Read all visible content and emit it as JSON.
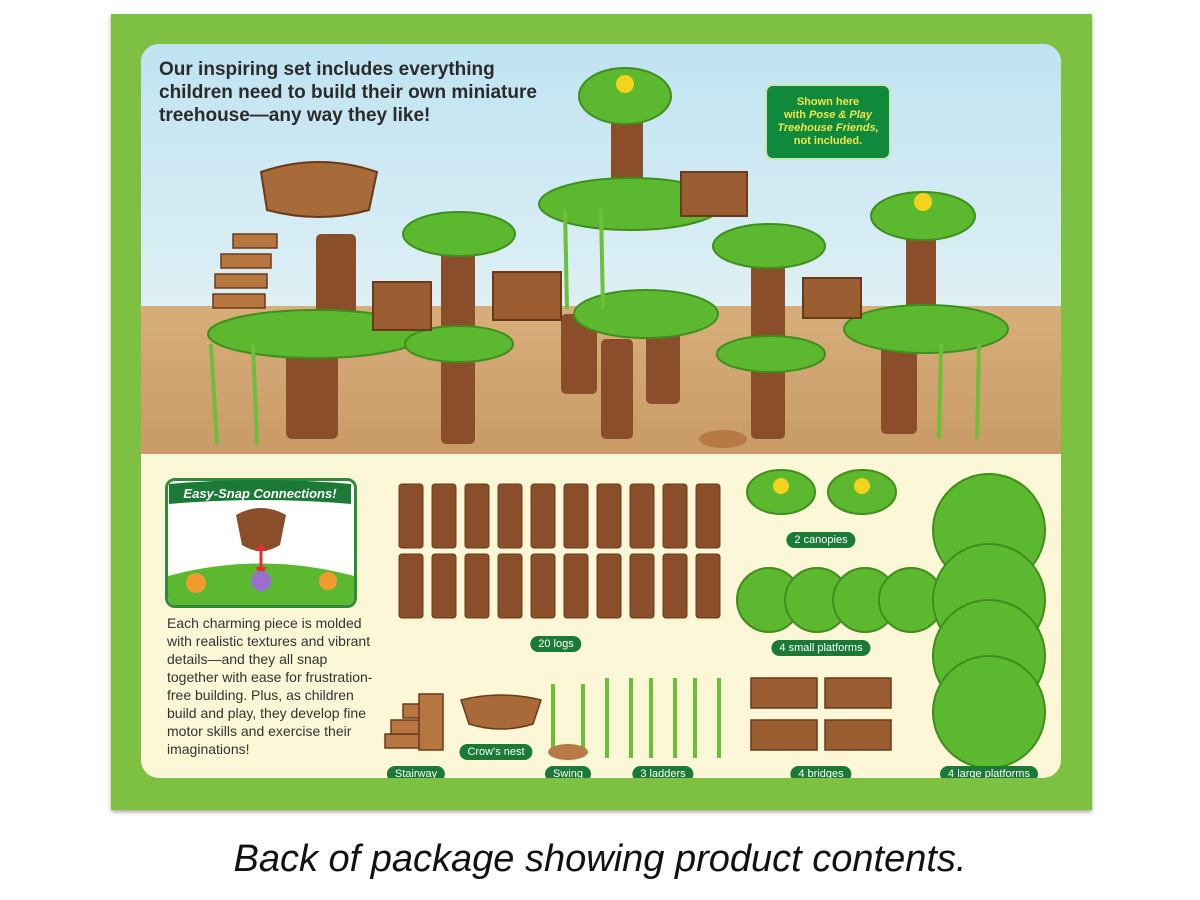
{
  "headline": "Our inspiring set includes everything children need to build their own miniature treehouse—any way they like!",
  "note": {
    "line1": "Shown here",
    "line2a": "with ",
    "line2b": "Pose & Play",
    "line3": "Treehouse Friends,",
    "line4": "not included."
  },
  "easy_snap": "Easy-Snap Connections!",
  "body_text": "Each charming piece is molded with realistic textures and vibrant details—and they all snap together with ease for frustration-free building. Plus, as children build and play, they develop fine motor skills and exercise their imaginations!",
  "labels": {
    "logs": "20 logs",
    "canopies": "2 canopies",
    "small_platforms": "4 small platforms",
    "stairway": "Stairway",
    "crows_nest": "Crow's nest",
    "swing": "Swing",
    "ladders": "3 ladders",
    "bridges": "4 bridges",
    "large_platforms": "4 large platforms"
  },
  "caption": "Back of package showing product contents.",
  "colors": {
    "frame": "#7ec142",
    "label": "#1a7a36",
    "note_bg": "#0f8a3c",
    "note_text": "#f3e64a",
    "wood": "#8a4f2a",
    "leaf": "#5cb82e"
  }
}
